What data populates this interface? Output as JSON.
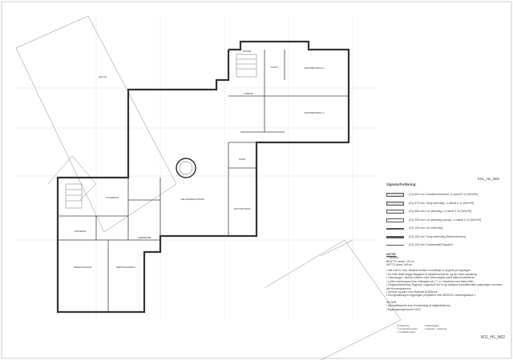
{
  "drawing_id": "K01_H1_N02",
  "legend": {
    "title": "Signaturforklaring:",
    "items": [
      "(21) 600 mm Sandwichelement, U-værdi 0,12 [W/m²K]",
      "(21) 470 mm Tung ydervæg, U-værdi 0,12 [W/m²K]",
      "(21) 465 mm Let ydervæg, U-værdi 0,10 [W/m²K]",
      "(21) 325 mm Let ydervæg karnap, U-værdi 0,12 [W/m²K]",
      "(22) 100 mm Let indervæg",
      "(22) 150 mm Tung indervæg (Betonelement)",
      "(22) 100 mm Curtainwall/Glasparti"
    ]
  },
  "note": {
    "title": "NOTE:",
    "floor": "1.Sal/plan:",
    "brutto": "BRUTTO areal:   740 m²",
    "netto": "NETTO areal:   490 m²",
    "bullets": [
      "• Alle mål er i mm. Afstand mellem modullinjer er angivet på tegningen",
      "• De lette skillevægge fastgøres til dækelementerne, og der laves lydsikring",
      "• Glasvægge i vådrum udføres med vådrumsglas samt vådrumsmembran",
      "• Loftet nedstroppes til en loftshøjde på 2,7 m i lokalerne med flade lofter",
      "• Flugtvejsbelysning, flugtveje, udgang til det fri og ydeligere brandtekniske oplysninger henvises der til brandplanerne",
      "• Vinduer og døre som Rationel AURAplus",
      "• Energimæssigt er bygningen projekteret efter BR2015 Lavenergiklasse 1"
    ],
    "sources_title": "KILDER:",
    "sources": [
      "• Arbejdstilsynets krav til indretning af daginstitutioner",
      "• Bygningsreglementet 2015"
    ]
  },
  "title_block": {
    "project": "Projektopgave",
    "subject": "1.Sal/plan - Indretning",
    "checks": [
      "Indretning",
      "Konstruktionsplan",
      "Installationsplan"
    ]
  },
  "rooms": [
    {
      "name": "TRAPPE"
    },
    {
      "name": "TOILET"
    },
    {
      "name": "FORRUM"
    },
    {
      "name": "GRUPPERUM/Rum 1"
    },
    {
      "name": "GRUPPERUM/Rum 2"
    },
    {
      "name": "FÆLLESAREAL/ATRIUM"
    },
    {
      "name": "AKTIVITETSRUM"
    },
    {
      "name": "TOILET"
    },
    {
      "name": "GARDEROBE"
    },
    {
      "name": "VENTERUM"
    },
    {
      "name": "PERSONALERUM"
    },
    {
      "name": "PERSONALERUM 2"
    },
    {
      "name": "HOVEDRUM"
    }
  ],
  "annotations": {
    "terrain": "Tagrende"
  }
}
